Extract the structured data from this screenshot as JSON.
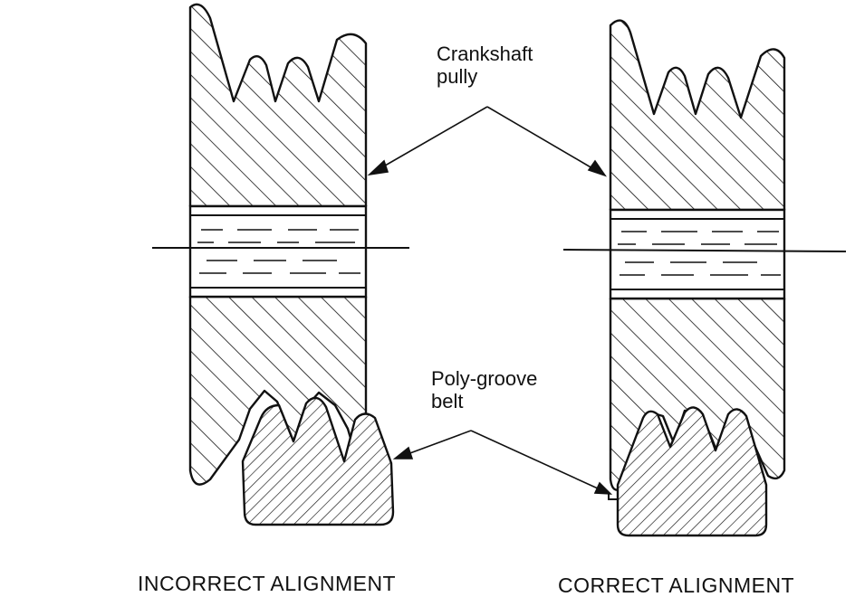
{
  "labels": {
    "crankshaft_line1": "Crankshaft",
    "crankshaft_line2": "pully",
    "belt_line1": "Poly-groove",
    "belt_line2": "belt"
  },
  "captions": {
    "incorrect": "INCORRECT ALIGNMENT",
    "correct": "CORRECT ALIGNMENT"
  },
  "colors": {
    "ink": "#111111",
    "background": "#ffffff"
  }
}
